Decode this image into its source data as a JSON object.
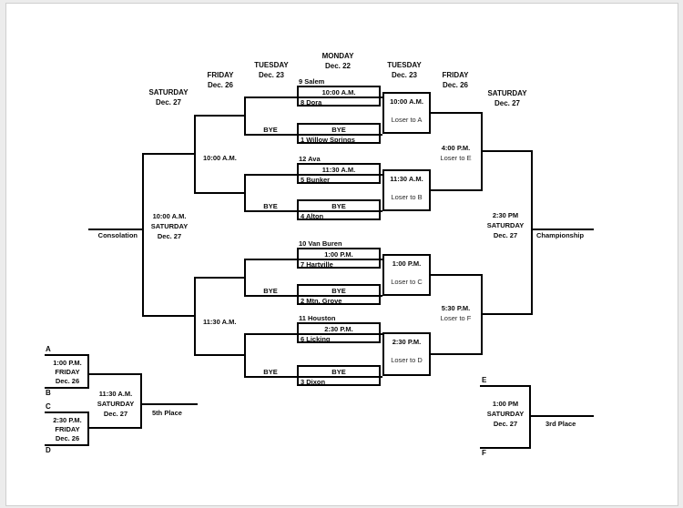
{
  "headers": [
    {
      "day": "SATURDAY",
      "date": "Dec. 27"
    },
    {
      "day": "FRIDAY",
      "date": "Dec. 26"
    },
    {
      "day": "TUESDAY",
      "date": "Dec. 23"
    },
    {
      "day": "MONDAY",
      "date": "Dec. 22"
    },
    {
      "day": "TUESDAY",
      "date": "Dec. 23"
    },
    {
      "day": "FRIDAY",
      "date": "Dec. 26"
    },
    {
      "day": "SATURDAY",
      "date": "Dec. 27"
    }
  ],
  "round1": [
    {
      "top_label": "9 Salem",
      "upper": "10:00 A.M.",
      "lower": "8 Dora"
    },
    {
      "top_label": "",
      "upper": "BYE",
      "lower": "1 Willow Springs"
    },
    {
      "top_label": "12 Ava",
      "upper": "11:30 A.M.",
      "lower": "5 Bunker"
    },
    {
      "top_label": "",
      "upper": "BYE",
      "lower": "4 Alton"
    },
    {
      "top_label": "10 Van Buren",
      "upper": "1:00 P.M.",
      "lower": "7 Hartville"
    },
    {
      "top_label": "",
      "upper": "BYE",
      "lower": "2 Mtn. Grove"
    },
    {
      "top_label": "11 Houston",
      "upper": "2:30 P.M.",
      "lower": "6 Licking"
    },
    {
      "top_label": "",
      "upper": "BYE",
      "lower": "3 Dixon"
    }
  ],
  "round2": [
    {
      "time": "10:00 A.M.",
      "note": "Loser to A"
    },
    {
      "time": "11:30 A.M.",
      "note": "Loser to B"
    },
    {
      "time": "1:00 P.M.",
      "note": "Loser to C"
    },
    {
      "time": "2:30 P.M.",
      "note": "Loser to D"
    }
  ],
  "semifinals": [
    {
      "time": "4:00 P.M.",
      "note": "Loser to E"
    },
    {
      "time": "5:30 P.M.",
      "note": "Loser to F"
    }
  ],
  "championship": {
    "time": "2:30 PM",
    "day": "SATURDAY",
    "date": "Dec. 27",
    "label": "Championship"
  },
  "consolation": {
    "bye_labels": [
      "BYE",
      "BYE",
      "BYE",
      "BYE"
    ],
    "round_times": [
      "10:00 A.M.",
      "11:30 A.M."
    ],
    "time": "10:00 A.M.",
    "day": "SATURDAY",
    "date": "Dec. 27",
    "label": "Consolation"
  },
  "fifth_place": {
    "letters": [
      "A",
      "B",
      "C",
      "D"
    ],
    "games": [
      {
        "time": "1:00 P.M.",
        "day": "FRIDAY",
        "date": "Dec. 26"
      },
      {
        "time": "2:30 P.M.",
        "day": "FRIDAY",
        "date": "Dec. 26"
      }
    ],
    "final": {
      "time": "11:30 A.M.",
      "day": "SATURDAY",
      "date": "Dec. 27"
    },
    "label": "5th Place"
  },
  "third_place": {
    "letters": [
      "E",
      "F"
    ],
    "final": {
      "time": "1:00 PM",
      "day": "SATURDAY",
      "date": "Dec. 27"
    },
    "label": "3rd Place"
  }
}
